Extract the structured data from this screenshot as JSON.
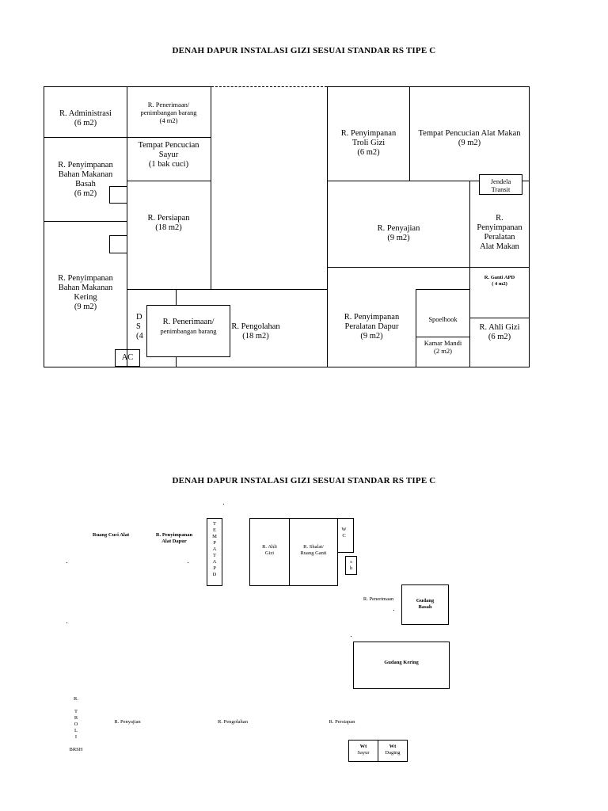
{
  "plan1": {
    "title": "DENAH DAPUR INSTALASI GIZI SESUAI STANDAR RS TIPE C",
    "administrasi": [
      "R. Administrasi",
      "(6 m2)"
    ],
    "penerimaan_top": [
      "R. Penerimaan/",
      "penimbangan barang",
      "(4 m2)"
    ],
    "pencucian_sayur": [
      "Tempat Pencucian",
      "Sayur",
      "(1 bak cuci)"
    ],
    "bahan_basah": [
      "R. Penyimpanan",
      "Bahan Makanan",
      "Basah",
      "(6 m2)"
    ],
    "persiapan": [
      "R. Persiapan",
      "(18 m2)"
    ],
    "bahan_kering": [
      "R. Penyimpanan",
      "Bahan Makanan",
      "Kering",
      "(9 m2)"
    ],
    "d_partial": [
      "D",
      "S",
      "(4"
    ],
    "penerimaan_overlay": [
      "R. Penerimaan/",
      "penimbangan barang"
    ],
    "pengolahan": [
      "R. Pengolahan",
      "(18 m2)"
    ],
    "ac": "AC",
    "troli_gizi": [
      "R. Penyimpanan",
      "Troli Gizi",
      "(6 m2)"
    ],
    "pencucian_alat": [
      "Tempat Pencucian Alat Makan",
      "(9 m2)"
    ],
    "jendela": [
      "Jendela",
      "Transit"
    ],
    "penyajian": [
      "R. Penyajian",
      "(9 m2)"
    ],
    "peralatan_makan": [
      "R.",
      "Penyimpanan",
      "Peralatan",
      "Alat Makan"
    ],
    "ganti_apd": [
      "R. Ganti APD",
      "( 4 m2)"
    ],
    "peralatan_dapur": [
      "R. Penyimpanan",
      "Peralatan Dapur",
      "(9 m2)"
    ],
    "spoelhook": "Spoelhook",
    "kamar_mandi": [
      "Kamar Mandi",
      "(2 m2)"
    ],
    "ahli_gizi": [
      "R.  Ahli Gizi",
      "(6 m2)"
    ]
  },
  "plan2": {
    "title": "DENAH DAPUR INSTALASI GIZI SESUAI STANDAR RS TIPE C",
    "ruang_cuci_alat": "Ruang Cuci Alat",
    "peralatan_dapur": [
      "R. Penyimpanan",
      "Alat Dapur"
    ],
    "tempat_apd": [
      "T",
      "E",
      "M",
      "P",
      "A",
      "T",
      "A",
      "P",
      "D"
    ],
    "ahli_gizi": [
      "R. Ahli",
      "Gizi"
    ],
    "shalat": [
      "R. Shalat/",
      "Ruang Ganti"
    ],
    "wc": [
      "W",
      "C"
    ],
    "sh": [
      "s",
      "h"
    ],
    "penerimaan": "R. Penerimaan",
    "gudang_basah": [
      "Gudang",
      "Basah"
    ],
    "gudang_kering": "Gudang Kering",
    "troli": [
      "R.",
      "",
      "T",
      "R",
      "O",
      "L",
      "I",
      "",
      "BRSH"
    ],
    "penyajian": "R. Penyajian",
    "pengolahan": "R. Pengolahan",
    "persiapan": "R. Persiapan",
    "wt_sayur": [
      "Wt",
      "Sayur"
    ],
    "wt_daging": [
      "Wt",
      "Daging"
    ]
  }
}
